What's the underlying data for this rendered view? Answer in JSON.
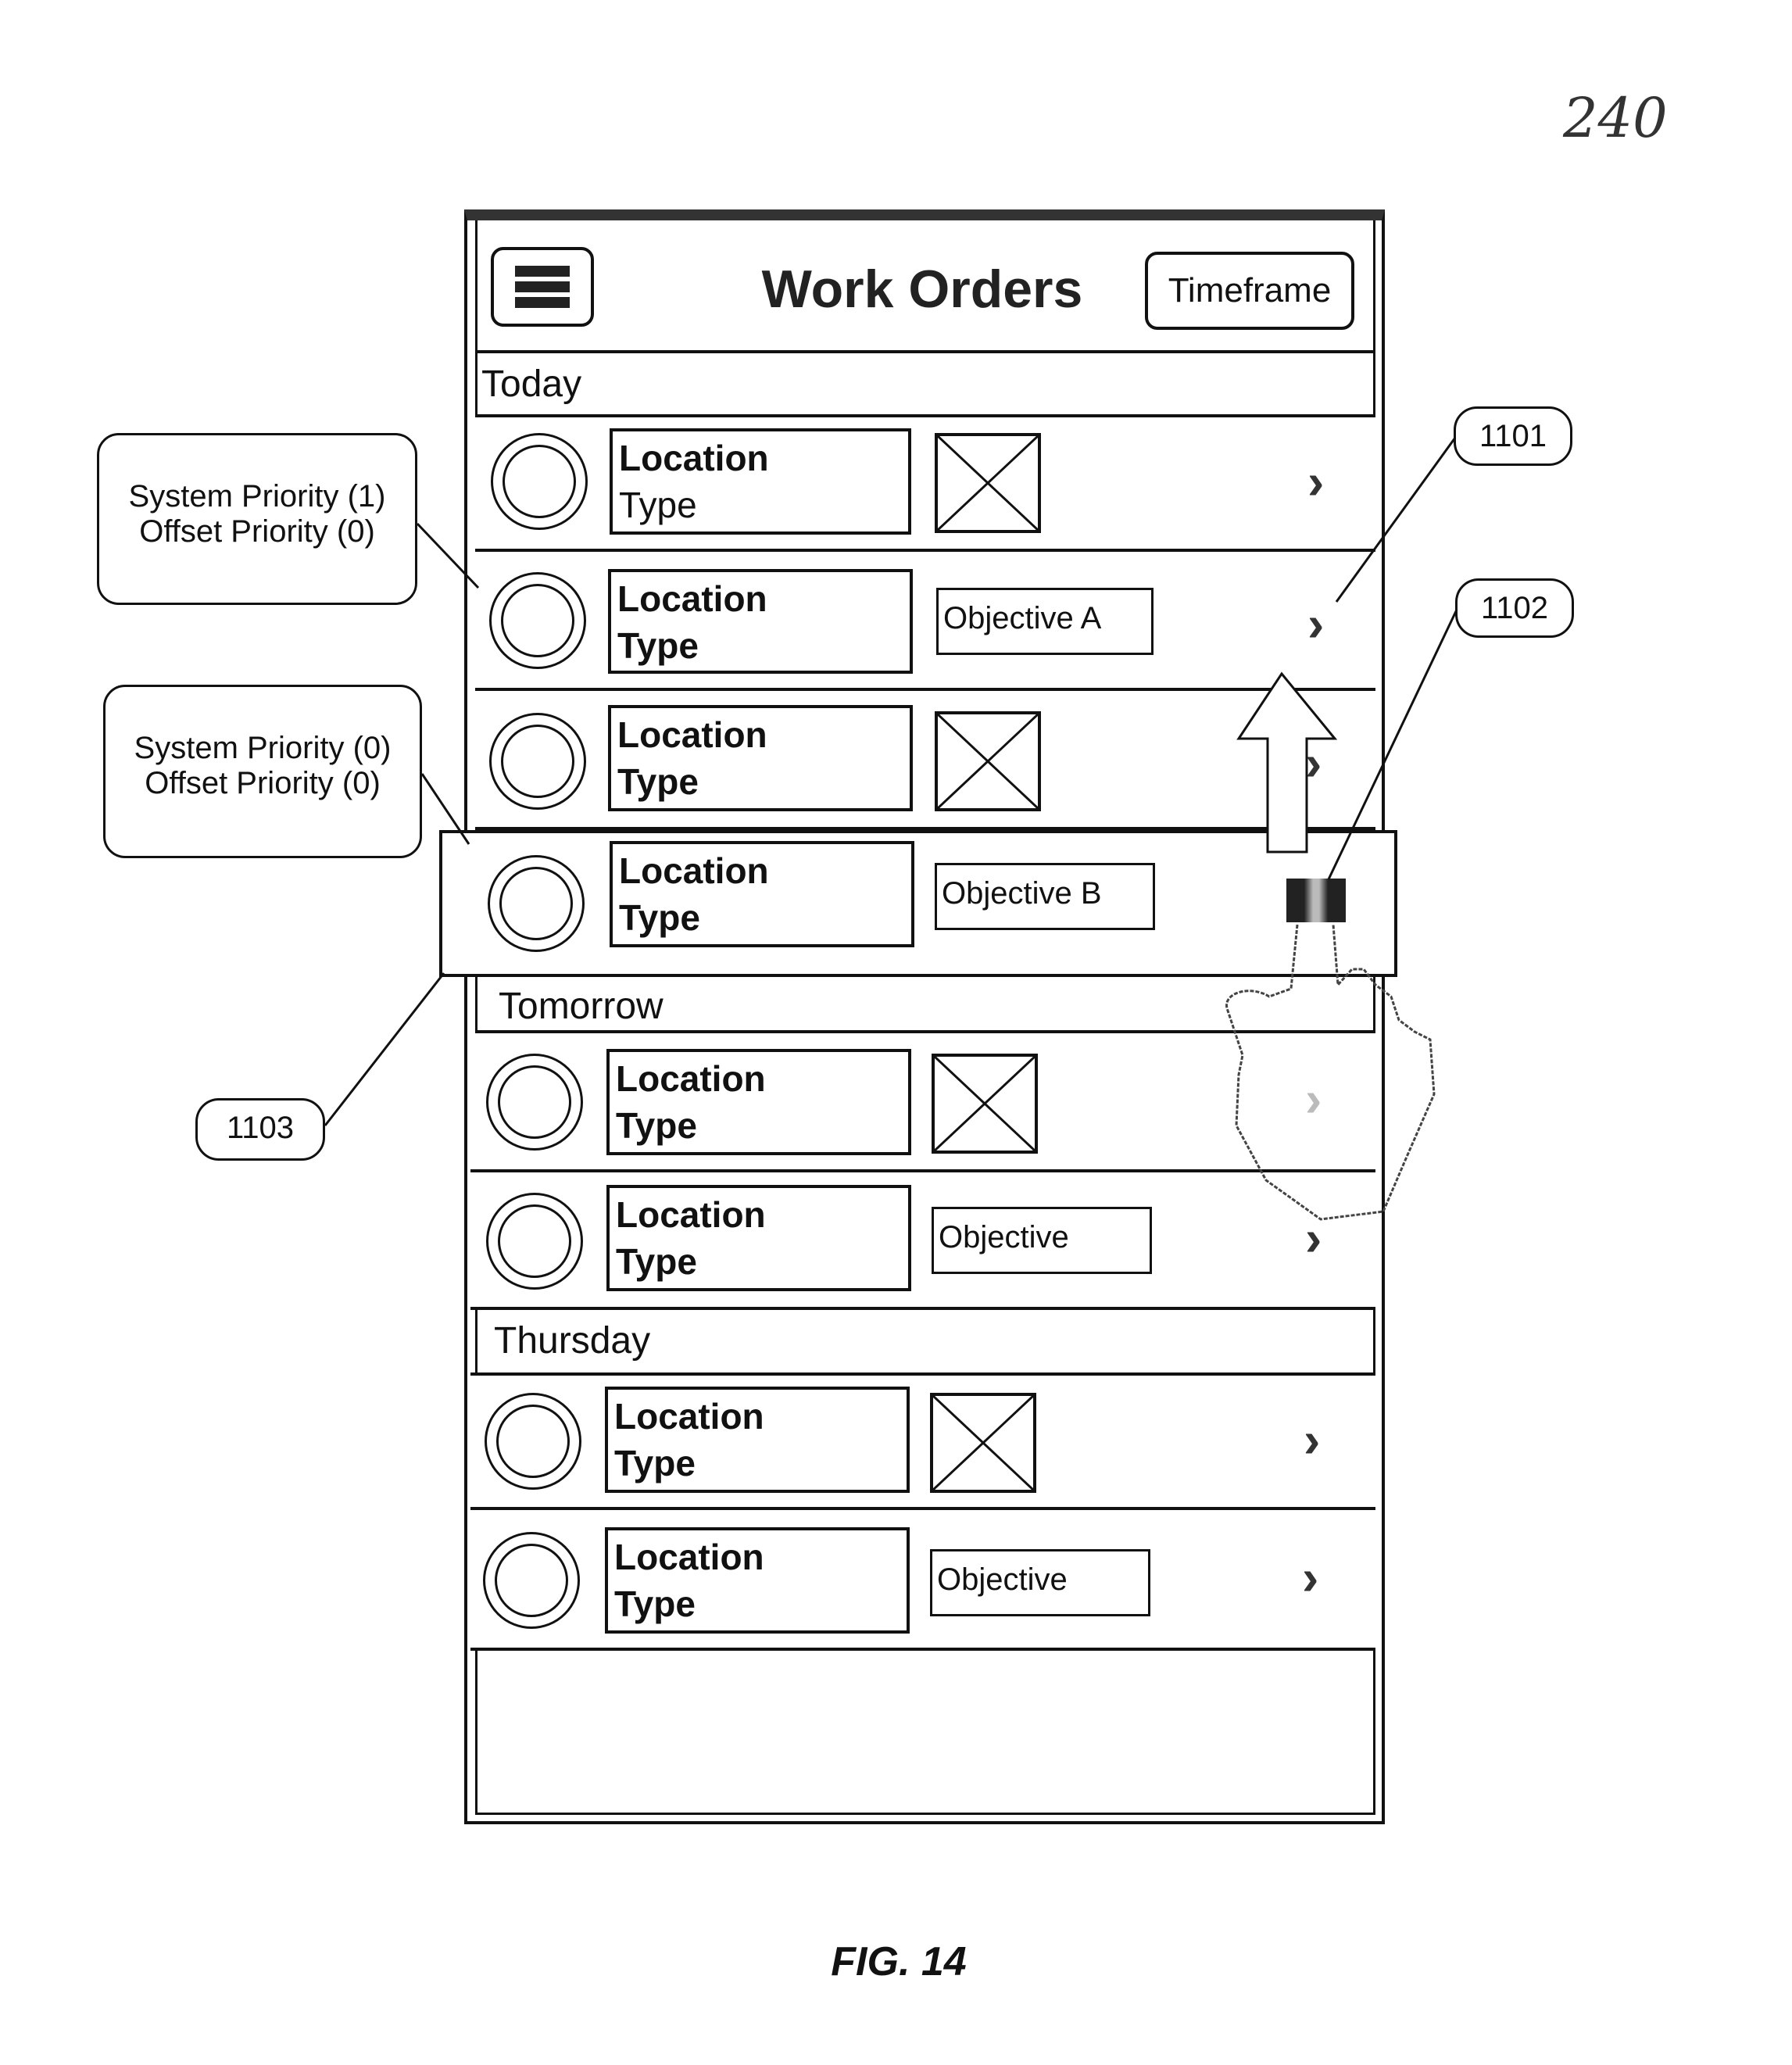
{
  "figure": {
    "reference_label": "240",
    "caption": "FIG. 14"
  },
  "app": {
    "title": "Work Orders",
    "menu_icon": "hamburger-menu-icon",
    "timeframe_button": "Timeframe"
  },
  "sections": [
    {
      "label": "Today",
      "rows": [
        {
          "location": "Location",
          "type": "Type",
          "objective": null,
          "image_placeholder": true
        },
        {
          "location": "Location",
          "type": "Type",
          "objective": "Objective A",
          "image_placeholder": false
        },
        {
          "location": "Location",
          "type": "Type",
          "objective": null,
          "image_placeholder": true
        },
        {
          "location": "Location",
          "type": "Type",
          "objective": "Objective B",
          "image_placeholder": false,
          "dragging": true
        }
      ]
    },
    {
      "label": "Tomorrow",
      "rows": [
        {
          "location": "Location",
          "type": "Type",
          "objective": null,
          "image_placeholder": true
        },
        {
          "location": "Location",
          "type": "Type",
          "objective": "Objective",
          "image_placeholder": false
        }
      ]
    },
    {
      "label": "Thursday",
      "rows": [
        {
          "location": "Location",
          "type": "Type",
          "objective": null,
          "image_placeholder": true
        },
        {
          "location": "Location",
          "type": "Type",
          "objective": "Objective",
          "image_placeholder": false
        }
      ]
    }
  ],
  "callouts": {
    "upper": {
      "line1": "System Priority (1)",
      "line2": "Offset Priority (0)"
    },
    "lower": {
      "line1": "System Priority (0)",
      "line2": "Offset Priority (0)"
    }
  },
  "references": {
    "r1101": "1101",
    "r1102": "1102",
    "r1103": "1103"
  },
  "icons": {
    "chevron": "›",
    "drag_handle": "drag-handle-icon",
    "up_arrow": "up-arrow-icon",
    "hand": "hand-pointer-icon"
  }
}
